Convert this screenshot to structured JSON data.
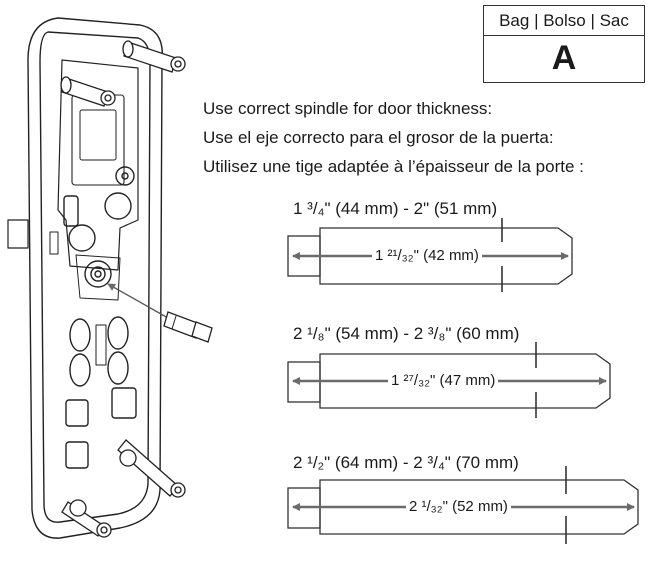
{
  "bag": {
    "header": "Bag | Bolso | Sac",
    "letter": "A"
  },
  "instructions": [
    "Use correct spindle for door thickness:",
    "Use el eje correcto para el grosor de la puerta:",
    "Utilisez une tige adaptée à l’épaisseur de la porte :"
  ],
  "spindles": [
    {
      "range": "1 ³/₄\" (44 mm) - 2\" (51 mm)",
      "length": "1 ²¹/₃₂\" (42 mm)"
    },
    {
      "range": "2 ¹/₈\" (54 mm) - 2 ³/₈\" (60 mm)",
      "length": "1 ²⁷/₃₂\" (47 mm)"
    },
    {
      "range": "2 ¹/₂\" (64 mm) - 2 ³/₄\" (70 mm)",
      "length": "2 ¹/₃₂\" (52 mm)"
    }
  ],
  "colors": {
    "arrow": "#6b6b6b",
    "line": "#333333"
  }
}
